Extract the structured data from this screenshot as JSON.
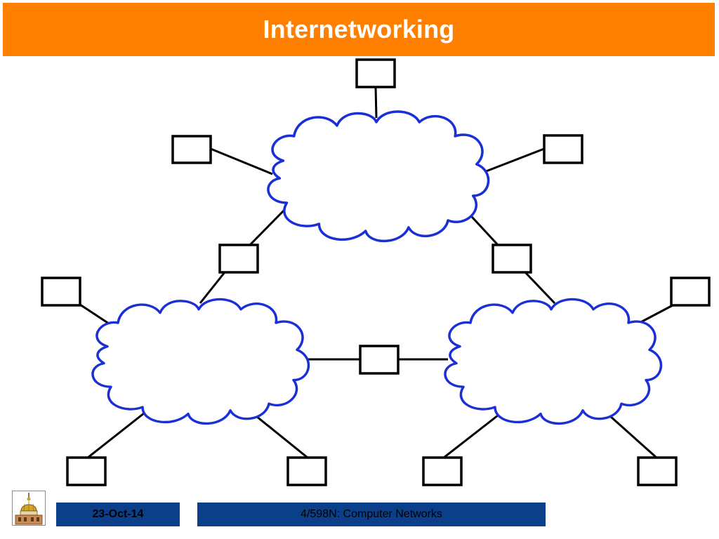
{
  "slide": {
    "title": "Internetworking"
  },
  "footer": {
    "date": "23-Oct-14",
    "course": "4/598N: Computer Networks"
  },
  "colors": {
    "title_bar": "#ff8000",
    "title_text": "#ffffff",
    "cloud_outline": "#1a2fd6",
    "footer_bar": "#0b3f8a",
    "line": "#000000"
  },
  "diagram": {
    "networks": [
      {
        "id": "top-network",
        "hosts": 3
      },
      {
        "id": "left-network",
        "hosts": 3
      },
      {
        "id": "right-network",
        "hosts": 3
      }
    ],
    "routers": [
      {
        "id": "router-top-left",
        "connects": [
          "top-network",
          "left-network"
        ]
      },
      {
        "id": "router-top-right",
        "connects": [
          "top-network",
          "right-network"
        ]
      },
      {
        "id": "router-bottom",
        "connects": [
          "left-network",
          "right-network"
        ]
      }
    ],
    "logo_icon": "dome-building-icon"
  }
}
